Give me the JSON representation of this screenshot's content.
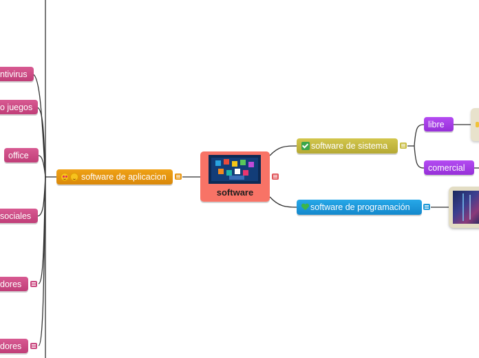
{
  "central": {
    "label": "software"
  },
  "branches": {
    "aplicacion": {
      "label": "software de aplicacion"
    },
    "sistema": {
      "label": "software de sistema"
    },
    "programacion": {
      "label": "software de programación"
    },
    "libre": {
      "label": "libre"
    },
    "comercial": {
      "label": "comercial"
    }
  },
  "left_items": [
    {
      "label": "ntivirus"
    },
    {
      "label": "o juegos"
    },
    {
      "label": "office"
    },
    {
      "label": "sociales"
    },
    {
      "label": "dores"
    },
    {
      "label": "dores"
    }
  ],
  "colors": {
    "central": "#f87366",
    "leaf_pink": "#c9487f",
    "aplicacion": "#e8950f",
    "sistema": "#c9bd42",
    "programacion": "#1f9ad8",
    "purple": "#a23ee4",
    "connector": "#2f2f2f"
  },
  "icons": [
    "check-icon",
    "heart-icon",
    "smiley-heart-eyes-icon",
    "smiley-icon",
    "note-icon"
  ]
}
